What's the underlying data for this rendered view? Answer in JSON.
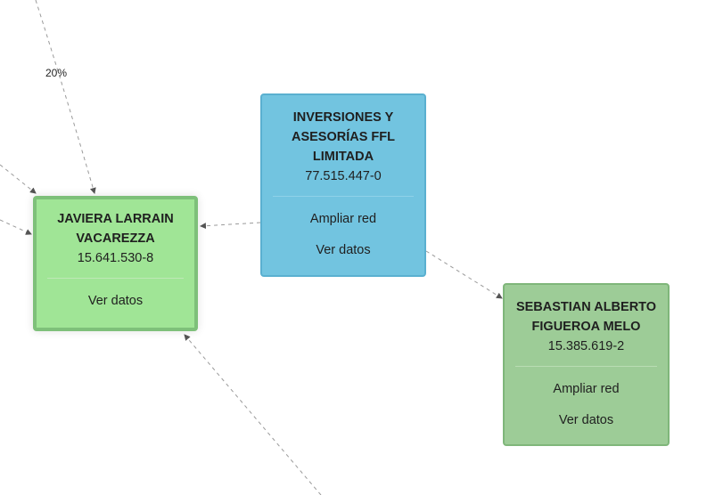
{
  "edges": {
    "label_top": "20%"
  },
  "nodes": {
    "inversiones": {
      "name": "INVERSIONES Y ASESORÍAS FFL LIMITADA",
      "rut": "77.515.447-0",
      "expand_label": "Ampliar red",
      "details_label": "Ver datos",
      "color": "#72c4e0"
    },
    "javiera": {
      "name": "JAVIERA LARRAIN VACAREZZA",
      "rut": "15.641.530-8",
      "details_label": "Ver datos",
      "color": "#a0e596"
    },
    "sebastian": {
      "name": "SEBASTIAN ALBERTO FIGUEROA MELO",
      "rut": "15.385.619-2",
      "expand_label": "Ampliar red",
      "details_label": "Ver datos",
      "color": "#9dcc97"
    }
  }
}
